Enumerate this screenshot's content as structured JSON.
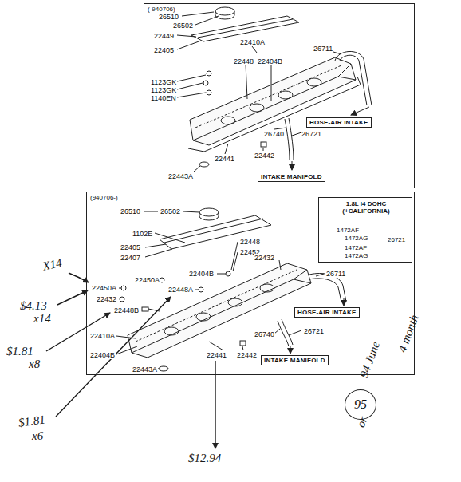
{
  "diagram": {
    "nodes": [
      {
        "text": [
          "(-940706)"
        ]
      },
      {
        "text": [
          "HOSE-AIR INTAKE"
        ],
        "in": 0
      },
      {
        "text": [
          "INTAKE MANIFOLD"
        ],
        "in": 0
      },
      {
        "text": [
          "(940706-)"
        ]
      },
      {
        "text": [
          "1.8L I4 DOHC (+CALIFORNIA)",
          "1472AF",
          "1472AG",
          "26721",
          "1472AF",
          "1472AG"
        ],
        "in": 3
      },
      {
        "text": [
          "HOSE-AIR INTAKE"
        ],
        "in": 3
      },
      {
        "text": [
          "INTAKE MANIFOLD"
        ],
        "in": 3
      },
      {
        "text": [
          "95"
        ]
      }
    ],
    "labels": [
      "26510",
      "26502",
      "22449",
      "22405",
      "22410A",
      "22448",
      "22404B",
      "26711",
      "1123GK",
      "1123GK",
      "1140EN",
      "26740",
      "26721",
      "22442",
      "22441",
      "22443A",
      "26510",
      "26502",
      "1102E",
      "22405",
      "22407",
      "22448",
      "22452",
      "22432",
      "22450A",
      "22404B",
      "26711",
      "22450A",
      "22448A",
      "22432",
      "22448B",
      "22410A",
      "22404B",
      "26740",
      "26721",
      "22441",
      "22442",
      "22443A",
      "X14",
      "$4.13",
      "x14",
      "$1.81",
      "x8",
      "$1.81",
      "x6",
      "$12.94",
      "or",
      "94 June",
      "4 month"
    ]
  }
}
